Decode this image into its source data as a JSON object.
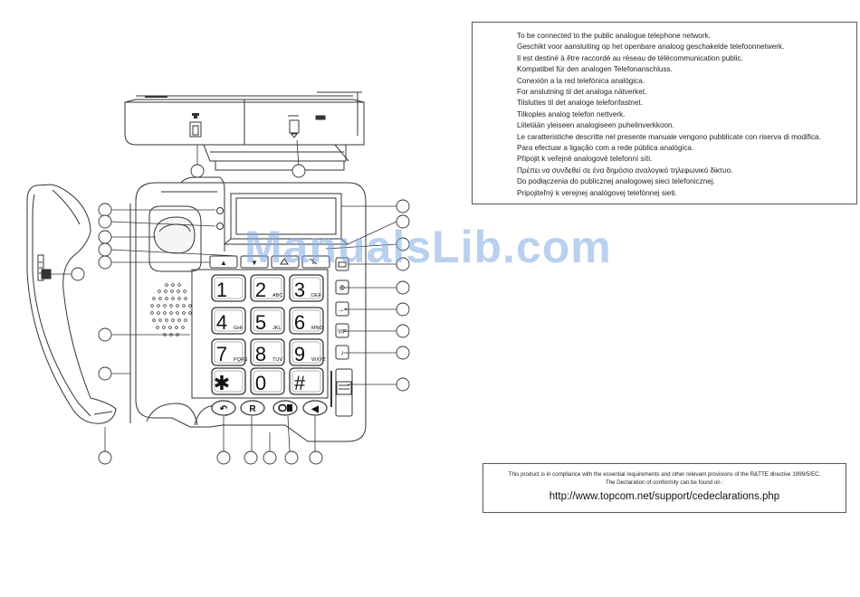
{
  "notice": {
    "lines": [
      "To be connected to the public analogue telephone network.",
      "Geschikt voor aansluiting op het openbare analoog geschakelde telefoonnetwerk.",
      "Il est destiné à être raccordé au réseau de télécommunication public.",
      "Kompatibel für den analogen Telefonanschluss.",
      "Conexión a la red telefónica analógica.",
      "For anslutning til det analoga nätverket.",
      "Tilsluttes til det analoge telefonfastnet.",
      "Tilkoples analog telefon nettverk.",
      "Liitetään yleiseen analogiseen puhelinverkkoon.",
      "Le caratteristiche descritte nel presente manuale vengono pubblicate con riserva di modifica.",
      "Para efectuar a ligação com a rede pública analógica.",
      "Připojit k veřejné analogové telefonní síti.",
      "Πρέπει να συνδεθεί σε ένα δημόσιο αναλογικό τηλεφωνικό δίκτυο.",
      "Do podłączenia do publicznej analogowej sieci telefonicznej.",
      "Pripojiteľný k verejnej analógovej telefónnej sieti."
    ]
  },
  "conformity": {
    "line1": "This product is in compliance with the essential requirements and other relevant provisions of the R&TTE directive 1999/5/EC.",
    "line2": "The Declaration of conformity can be found on :",
    "url": "http://www.topcom.net/support/cedeclarations.php"
  },
  "watermark": "ManualsLib.com",
  "keypad": [
    {
      "digit": "1",
      "letters": ""
    },
    {
      "digit": "2",
      "letters": "ABC"
    },
    {
      "digit": "3",
      "letters": "DEF"
    },
    {
      "digit": "4",
      "letters": "GHI"
    },
    {
      "digit": "5",
      "letters": "JKL"
    },
    {
      "digit": "6",
      "letters": "MNO"
    },
    {
      "digit": "7",
      "letters": "PQRS"
    },
    {
      "digit": "8",
      "letters": "TUV"
    },
    {
      "digit": "9",
      "letters": "WXYZ"
    },
    {
      "digit": "✱",
      "letters": ""
    },
    {
      "digit": "0",
      "letters": ""
    },
    {
      "digit": "#",
      "letters": ""
    }
  ],
  "nav_buttons": [
    "▲",
    "▼",
    "",
    ""
  ],
  "side_buttons": [
    "⊕",
    "→•",
    "VIP",
    "♪"
  ],
  "bottom_buttons": [
    "↶",
    "R",
    "",
    "◀"
  ],
  "icons": [
    "phone-line-icon",
    "dc-jack-icon",
    "lamp-icon",
    "mute-icon",
    "speaker-icon",
    "memory-icon",
    "redial-icon",
    "vip-icon",
    "ringer-icon",
    "volume-slider-icon"
  ]
}
